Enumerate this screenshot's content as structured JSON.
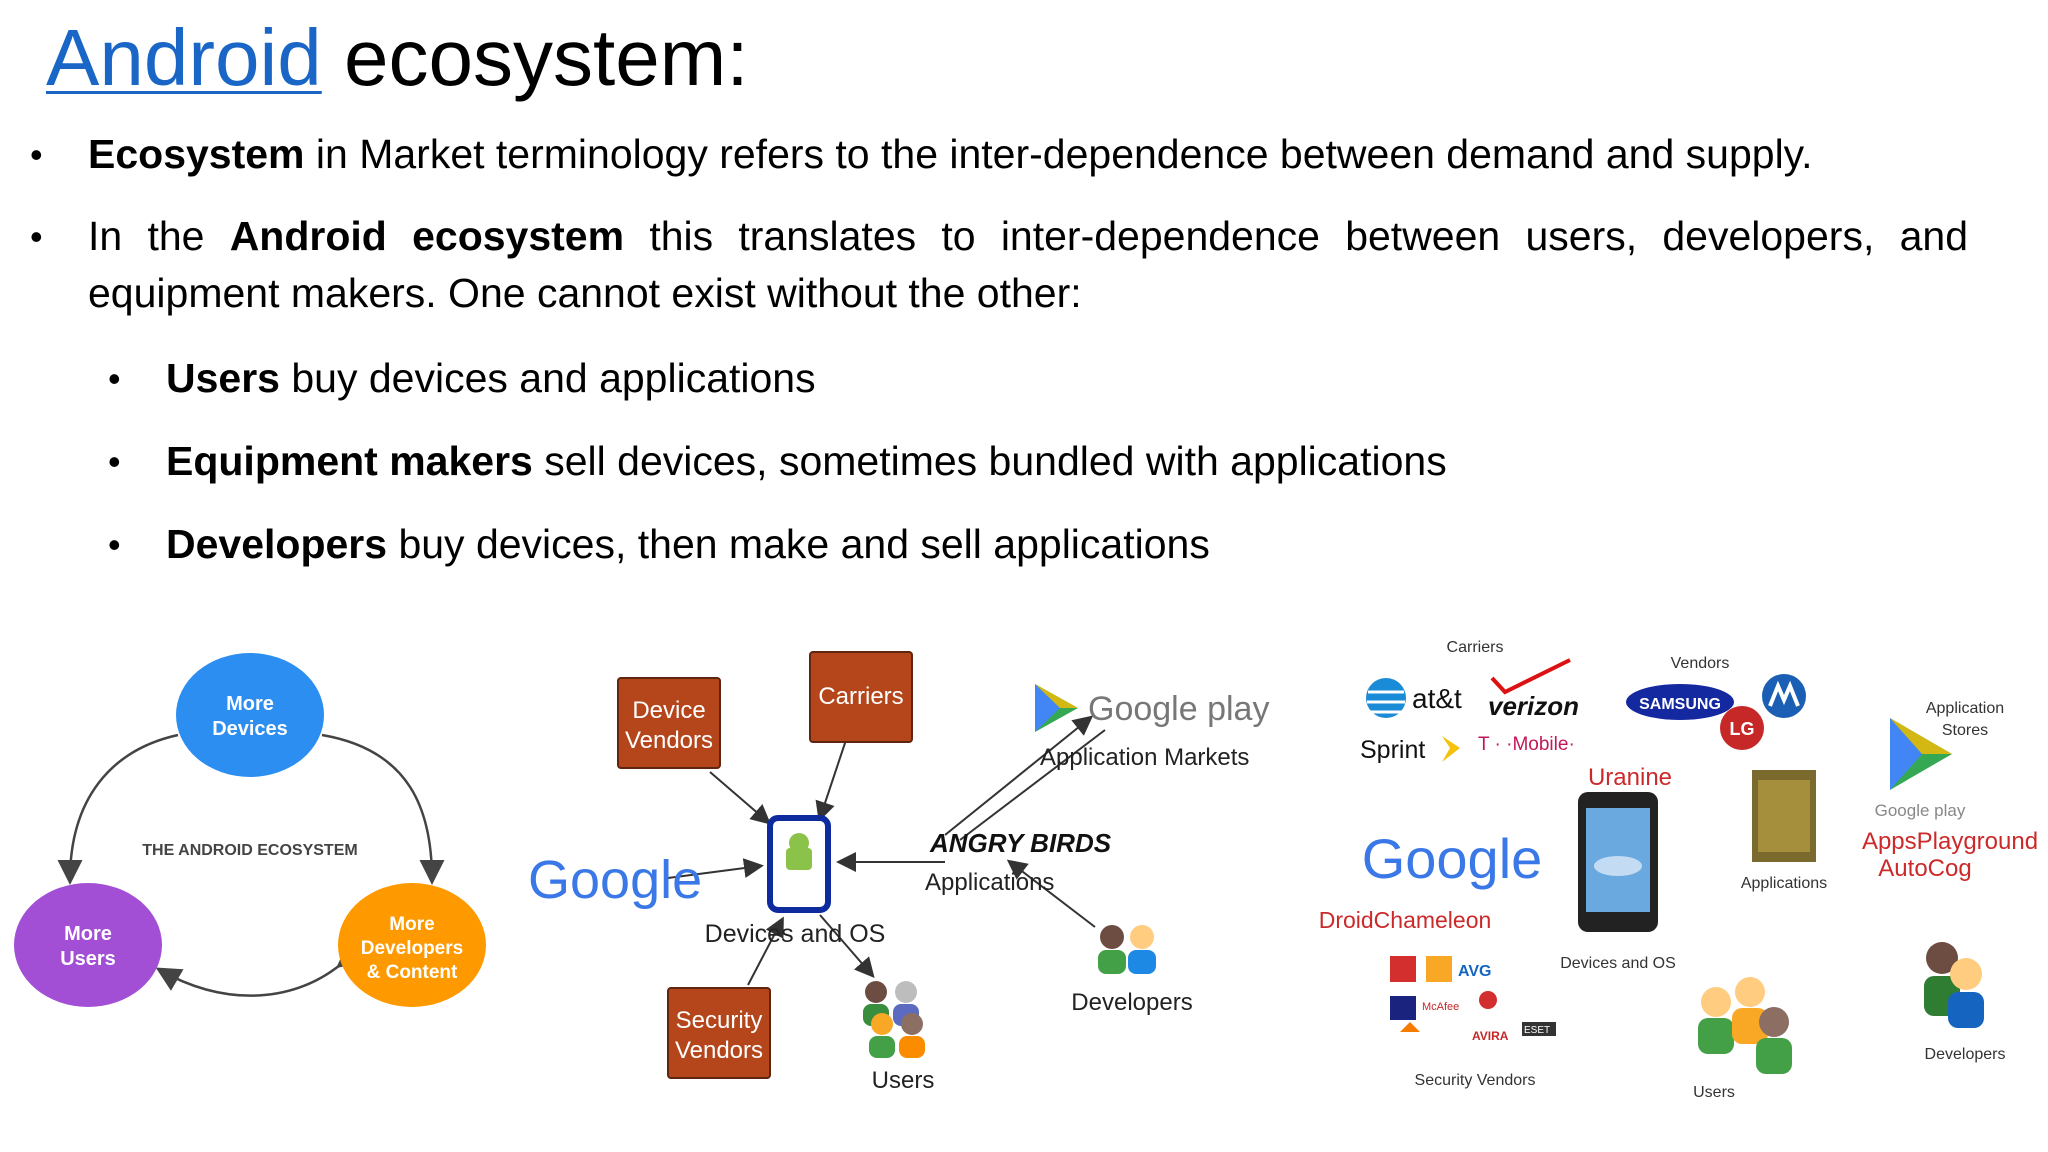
{
  "title": {
    "link_word": "Android",
    "rest": " ecosystem:"
  },
  "bullets": [
    {
      "bold": "Ecosystem",
      "text": " in Market terminology refers to the inter-dependence between demand and supply."
    },
    {
      "pre": "In the ",
      "bold": "Android ecosystem",
      "text": " this translates to inter-dependence between users, developers, and equipment makers. One cannot exist without the other:"
    }
  ],
  "sub_bullets": [
    {
      "bold": "Users",
      "text": " buy devices and applications"
    },
    {
      "bold": "Equipment makers",
      "text": " sell devices, sometimes bundled with applications"
    },
    {
      "bold": "Developers",
      "text": " buy devices, then make and sell applications"
    }
  ],
  "cycle": {
    "center_label": "THE ANDROID ECOSYSTEM",
    "nodes": [
      {
        "lines": [
          "More",
          "Devices"
        ],
        "color": "#2b8ef0"
      },
      {
        "lines": [
          "More",
          "Users"
        ],
        "color": "#a24fd6"
      },
      {
        "lines": [
          "More",
          "Developers",
          "& Content"
        ],
        "color": "#ff9900"
      }
    ]
  },
  "network": {
    "box_color": "#b5461c",
    "boxes": [
      [
        "Device",
        "Vendors"
      ],
      [
        "Carriers"
      ],
      [
        "Security",
        "Vendors"
      ]
    ],
    "google": "Google",
    "google_play": "Google play",
    "app_markets": "Application Markets",
    "angry_birds": "ANGRY BIRDS",
    "applications": "Applications",
    "devices_os": "Devices and OS",
    "users": "Users",
    "developers": "Developers"
  },
  "collage": {
    "carriers": "Carriers",
    "att": "at&t",
    "verizon": "verizon",
    "sprint": "Sprint",
    "tmobile": "T · ·Mobile·",
    "vendors": "Vendors",
    "samsung": "SAMSUNG",
    "lg": "LG",
    "uranine": "Uranine",
    "app_stores": [
      "Application",
      "Stores"
    ],
    "google_play": "Google play",
    "appsplayground": "AppsPlayground",
    "autocog": "AutoCog",
    "google": "Google",
    "droidchameleon": "DroidChameleon",
    "devices_os": "Devices and OS",
    "applications": "Applications",
    "security_vendors": "Security Vendors",
    "av_names": [
      "AVG",
      "McAfee",
      "ESET",
      "AVIRA"
    ],
    "users": "Users",
    "developers": "Developers",
    "accent_red": "#cc2a2a"
  }
}
